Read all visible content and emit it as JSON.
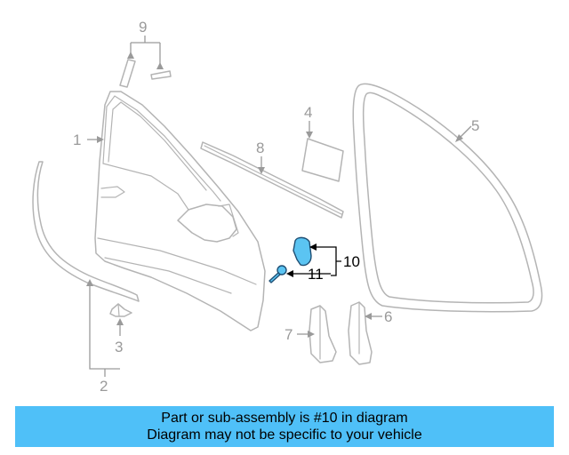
{
  "diagram": {
    "callouts": {
      "c1": "1",
      "c2": "2",
      "c3": "3",
      "c4": "4",
      "c5": "5",
      "c6": "6",
      "c7": "7",
      "c8": "8",
      "c9": "9",
      "c10": "10",
      "c11": "11"
    },
    "highlight_part": "10",
    "colors": {
      "highlight_fill": "#5bc4f2",
      "line_art": "#b4b4b4",
      "banner_background": "#4fc0f8"
    }
  },
  "banner": {
    "line1": "Part or sub-assembly is #10 in diagram",
    "line2": "Diagram may not be specific to your vehicle"
  }
}
